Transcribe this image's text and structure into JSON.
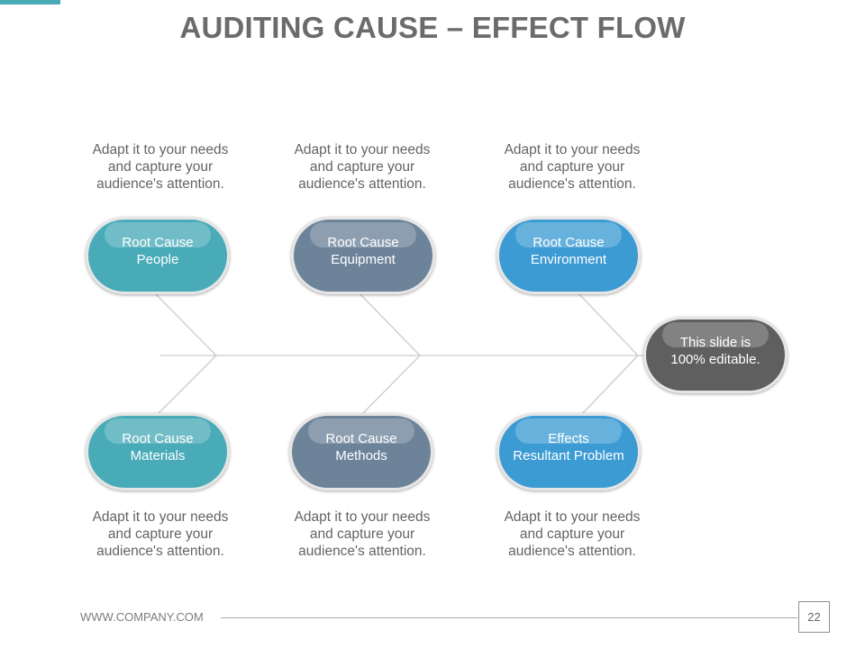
{
  "title": "AUDITING CAUSE – EFFECT FLOW",
  "captions": {
    "top": [
      [
        "Adapt it to your needs",
        "and capture your",
        "audience's attention."
      ],
      [
        "Adapt it to your needs",
        "and capture your",
        "audience's attention."
      ],
      [
        "Adapt it to your needs",
        "and capture your",
        "audience's attention."
      ]
    ],
    "bottom": [
      [
        "Adapt it to your needs",
        "and capture your",
        "audience's attention."
      ],
      [
        "Adapt it to your needs",
        "and capture your",
        "audience's attention."
      ],
      [
        "Adapt it to your needs",
        "and capture your",
        "audience's attention."
      ]
    ]
  },
  "nodes": {
    "people": [
      "Root Cause",
      "People"
    ],
    "equipment": [
      "Root Cause",
      "Equipment"
    ],
    "environment": [
      "Root Cause",
      "Environment"
    ],
    "materials": [
      "Root Cause",
      "Materials"
    ],
    "methods": [
      "Root Cause",
      "Methods"
    ],
    "effects": [
      "Effects",
      "Resultant Problem"
    ],
    "editable": [
      "This slide is",
      "100% editable."
    ]
  },
  "colors": {
    "teal": "#49abb8",
    "slate": "#6d839a",
    "blue": "#3d9bd4",
    "dark": "#5f5f5f",
    "accent": "#48a9b7"
  },
  "footer": {
    "url": "WWW.COMPANY.COM",
    "page": "22"
  }
}
